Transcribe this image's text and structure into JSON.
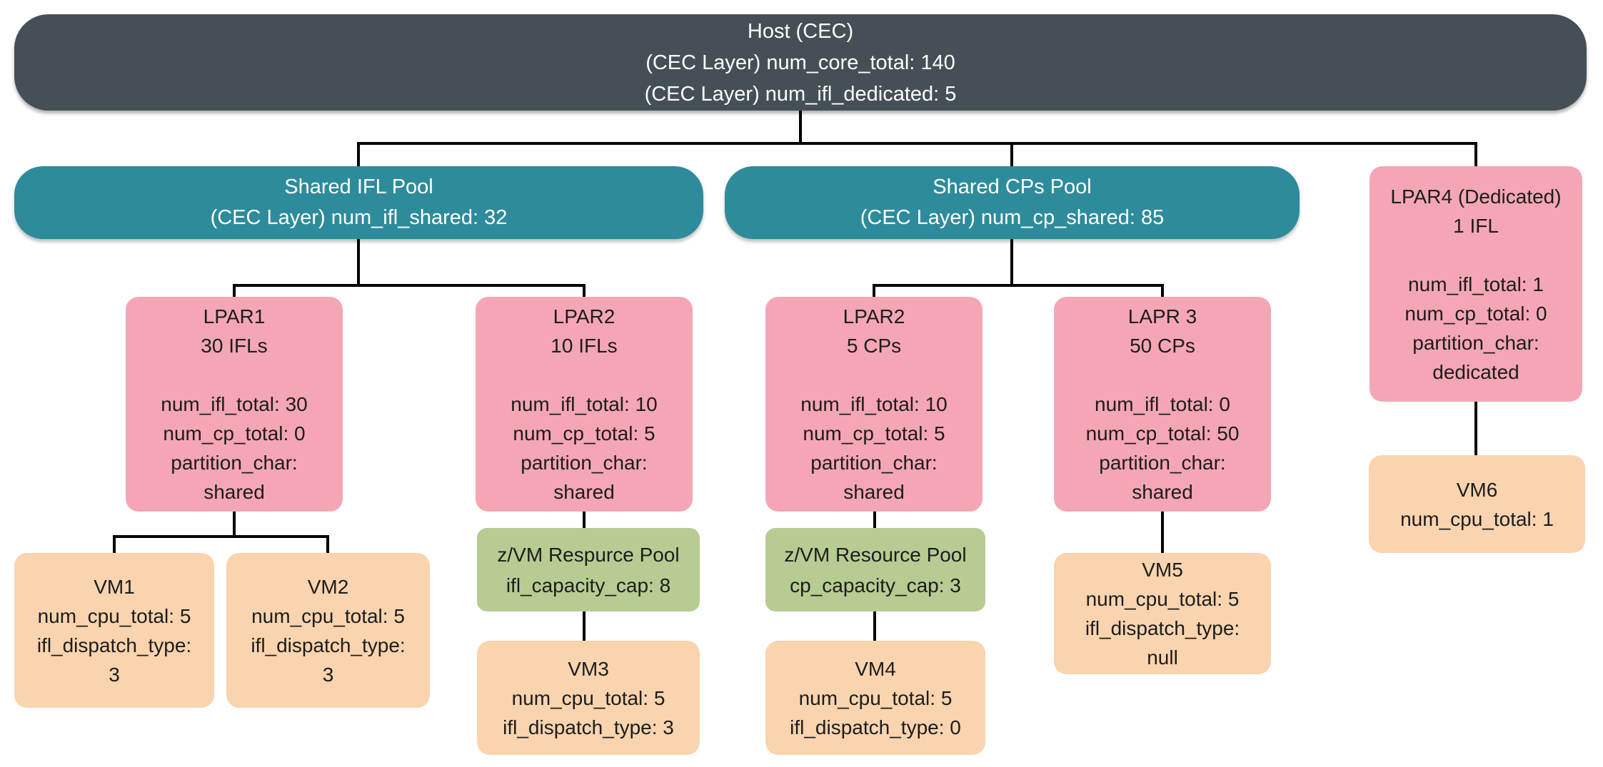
{
  "diagram_title": "CEC / LPAR / VM topology diagram",
  "colors": {
    "host": "#455056",
    "pool": "#2e8b9b",
    "lpar": "#f5a6b4",
    "zvm_pool": "#b6cc92",
    "vm": "#f9d4ae",
    "connector": "#000000",
    "text_dark": "#1c1c1c",
    "text_light": "#ffffff",
    "background": "#ffffff"
  },
  "nodes": {
    "host": {
      "lines": [
        "Host (CEC)",
        "(CEC Layer) num_core_total: 140",
        "(CEC Layer) num_ifl_dedicated: 5"
      ]
    },
    "shared_ifl_pool": {
      "lines": [
        "Shared IFL Pool",
        "(CEC Layer) num_ifl_shared: 32"
      ]
    },
    "shared_cps_pool": {
      "lines": [
        "Shared CPs Pool",
        "(CEC Layer) num_cp_shared: 85"
      ]
    },
    "lpar4": {
      "lines": [
        "LPAR4 (Dedicated)",
        "1 IFL",
        "",
        "num_ifl_total: 1",
        "num_cp_total: 0",
        "partition_char:",
        "dedicated"
      ]
    },
    "lpar1": {
      "lines": [
        "LPAR1",
        "30 IFLs",
        "",
        "num_ifl_total: 30",
        "num_cp_total: 0",
        "partition_char:",
        "shared"
      ]
    },
    "lpar2_ifl": {
      "lines": [
        "LPAR2",
        "10 IFLs",
        "",
        "num_ifl_total: 10",
        "num_cp_total: 5",
        "partition_char:",
        "shared"
      ]
    },
    "lpar2_cp": {
      "lines": [
        "LPAR2",
        "5 CPs",
        "",
        "num_ifl_total: 10",
        "num_cp_total: 5",
        "partition_char:",
        "shared"
      ]
    },
    "lapr3": {
      "lines": [
        "LAPR 3",
        "50 CPs",
        "",
        "num_ifl_total: 0",
        "num_cp_total: 50",
        "partition_char:",
        "shared"
      ]
    },
    "vm1": {
      "lines": [
        "VM1",
        "num_cpu_total: 5",
        "ifl_dispatch_type:",
        "3"
      ]
    },
    "vm2": {
      "lines": [
        "VM2",
        "num_cpu_total: 5",
        "ifl_dispatch_type:",
        "3"
      ]
    },
    "zvm_resource_pool_ifl": {
      "lines": [
        "z/VM Respurce Pool",
        "ifl_capacity_cap: 8"
      ]
    },
    "vm3": {
      "lines": [
        "VM3",
        "num_cpu_total: 5",
        "ifl_dispatch_type: 3"
      ]
    },
    "zvm_resource_pool_cp": {
      "lines": [
        "z/VM Resource Pool",
        "cp_capacity_cap: 3"
      ]
    },
    "vm4": {
      "lines": [
        "VM4",
        "num_cpu_total: 5",
        "ifl_dispatch_type: 0"
      ]
    },
    "vm5": {
      "lines": [
        "VM5",
        "num_cpu_total: 5",
        "ifl_dispatch_type:",
        "null"
      ]
    },
    "vm6": {
      "lines": [
        "VM6",
        "num_cpu_total: 1"
      ]
    }
  },
  "edges": [
    [
      "host",
      "shared_ifl_pool"
    ],
    [
      "host",
      "shared_cps_pool"
    ],
    [
      "host",
      "lpar4"
    ],
    [
      "shared_ifl_pool",
      "lpar1"
    ],
    [
      "shared_ifl_pool",
      "lpar2_ifl"
    ],
    [
      "shared_cps_pool",
      "lpar2_cp"
    ],
    [
      "shared_cps_pool",
      "lapr3"
    ],
    [
      "lpar1",
      "vm1"
    ],
    [
      "lpar1",
      "vm2"
    ],
    [
      "lpar2_ifl",
      "zvm_resource_pool_ifl"
    ],
    [
      "zvm_resource_pool_ifl",
      "vm3"
    ],
    [
      "lpar2_cp",
      "zvm_resource_pool_cp"
    ],
    [
      "zvm_resource_pool_cp",
      "vm4"
    ],
    [
      "lapr3",
      "vm5"
    ],
    [
      "lpar4",
      "vm6"
    ]
  ]
}
